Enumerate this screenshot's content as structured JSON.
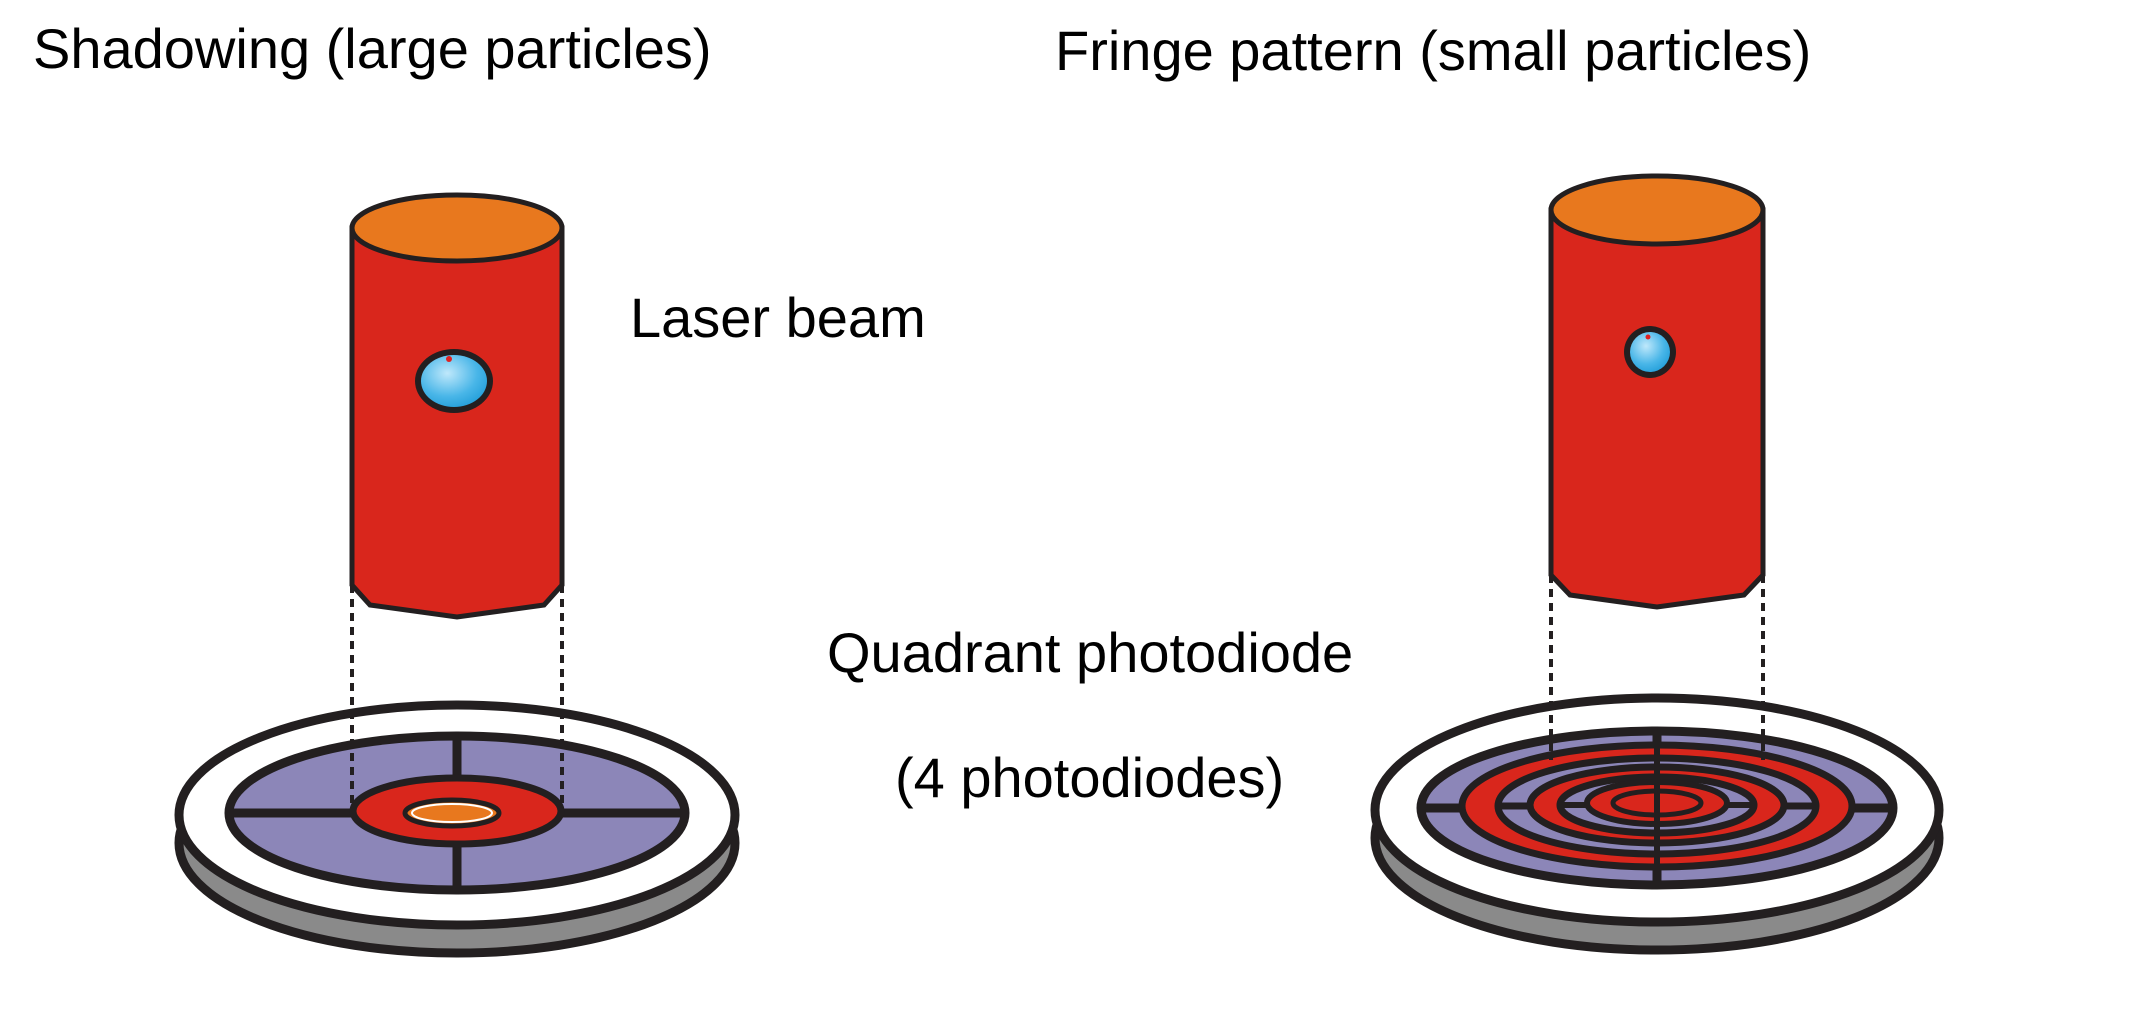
{
  "labels": {
    "shadowing_title": "Shadowing (large particles)",
    "fringe_title": "Fringe pattern (small particles)",
    "laser_beam": "Laser beam",
    "quadrant_photodiode": "Quadrant photodiode",
    "photodiode_count": "(4 photodiodes)"
  },
  "colors": {
    "laser_body": "#d9261c",
    "laser_top": "#e8781e",
    "outline": "#231f20",
    "photodiode_segment": "#8c86b8",
    "detector_shadow": "#8a8a8a",
    "particle_light": "#bfe8fb",
    "particle_dark": "#1d9bd7",
    "highlight": "#e02020"
  }
}
